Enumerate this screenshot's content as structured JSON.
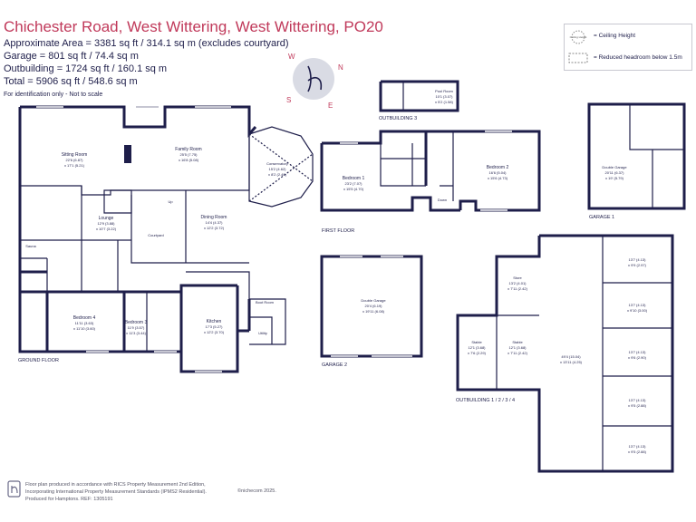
{
  "header": {
    "title": "Chichester Road, West Wittering, West Wittering, PO20",
    "area_lines": [
      "Approximate Area = 3381 sq ft / 314.1 sq m (excludes courtyard)",
      "Garage = 801 sq ft / 74.4 sq m",
      "Outbuilding = 1724 sq ft / 160.1 sq m",
      "Total = 5906 sq ft / 548.6 sq m"
    ],
    "note": "For identification only - Not to scale"
  },
  "compass": {
    "letters": [
      "N",
      "E",
      "S",
      "W"
    ]
  },
  "legend": {
    "ceiling_symbol": "Ceiling Height",
    "ceiling_label": "= Ceiling Height",
    "headroom_label": "= Reduced headroom below 1.5m"
  },
  "floors": {
    "ground": "GROUND FLOOR",
    "first": "FIRST FLOOR",
    "garage1": "GARAGE 1",
    "garage2": "GARAGE 2",
    "outbuilding3": "OUTBUILDING 3",
    "outbuilding1234": "OUTBUILDING 1 / 2 / 3 / 4"
  },
  "rooms": {
    "sitting": {
      "name": "Sitting Room",
      "d1": "22'6 (6.87)",
      "d2": "x 17'1 (5.21)"
    },
    "family": {
      "name": "Family Room",
      "d1": "25'5 (7.75)",
      "d2": "x 16'8 (5.08)"
    },
    "conservatory": {
      "name": "Conservatory",
      "d1": "15'2 (4.62)",
      "d2": "x 8'2 (2.49)"
    },
    "lounge": {
      "name": "Lounge",
      "d1": "12'9 (3.88)",
      "d2": "x 10'7 (3.22)"
    },
    "courtyard": {
      "name": "Courtyard"
    },
    "dining": {
      "name": "Dining Room",
      "d1": "14'4 (4.37)",
      "d2": "x 12'2 (3.72)"
    },
    "sauna": {
      "name": "Sauna"
    },
    "up": {
      "name": "Up"
    },
    "bedroom4": {
      "name": "Bedroom 4",
      "d1": "11'11 (3.63)",
      "d2": "x 11'10 (3.60)"
    },
    "bedroom3": {
      "name": "Bedroom 3",
      "d1": "11'9 (3.57)",
      "d2": "x 11'3 (3.44)"
    },
    "kitchen": {
      "name": "Kitchen",
      "d1": "17'3 (5.27)",
      "d2": "x 12'2 (3.70)"
    },
    "bootroom": {
      "name": "Boot Room"
    },
    "utility": {
      "name": "Utility"
    },
    "bedroom1": {
      "name": "Bedroom 1",
      "d1": "23'2 (7.07)",
      "d2": "x 15'5 (4.70)"
    },
    "bedroom2": {
      "name": "Bedroom 2",
      "d1": "16'6 (5.04)",
      "d2": "x 15'6 (4.73)"
    },
    "down": {
      "name": "Down"
    },
    "poolroom": {
      "name": "Pool Room",
      "d1": "10'1 (3.07)",
      "d2": "x 5'2 (1.58)"
    },
    "garage1": {
      "name": "Double Garage",
      "d1": "20'11 (6.37)",
      "d2": "x 19' (5.79)"
    },
    "garage2": {
      "name": "Double Garage",
      "d1": "20'4 (6.19)",
      "d2": "x 19'11 (6.08)"
    },
    "store": {
      "name": "Store",
      "d1": "13'2 (4.01)",
      "d2": "x 7'11 (2.42)"
    },
    "stable1": {
      "name": "Stable",
      "d1": "12'1 (3.68)",
      "d2": "x 7'6 (2.29)"
    },
    "stable2": {
      "name": "Stable",
      "d1": "12'1 (3.68)",
      "d2": "x 7'11 (2.42)"
    },
    "barn": {
      "d1": "49'4 (15.04)",
      "d2": "x 13'11 (4.25)"
    },
    "stall1": {
      "d1": "13'7 (4.13)",
      "d2": "x 9'9 (2.97)"
    },
    "stall2": {
      "d1": "13'7 (4.13)",
      "d2": "x 9'10 (3.00)"
    },
    "stall3": {
      "d1": "13'7 (4.13)",
      "d2": "x 9'6 (2.90)"
    },
    "stall4": {
      "d1": "13'7 (4.13)",
      "d2": "x 9'5 (2.88)"
    },
    "stall5": {
      "d1": "13'7 (4.13)",
      "d2": "x 9'5 (2.88)"
    }
  },
  "footer": {
    "line1": "Floor plan produced in accordance with RICS Property Measurement 2nd Edition,",
    "line2": "Incorporating International Property Measurement Standards (IPMS2 Residential).",
    "credit": "©nichecom 2025.",
    "line3": "Produced for Hamptons.   REF: 1305191"
  },
  "colors": {
    "title": "#c0395a",
    "text": "#1e1e4a",
    "wall": "#1e1e4a"
  }
}
